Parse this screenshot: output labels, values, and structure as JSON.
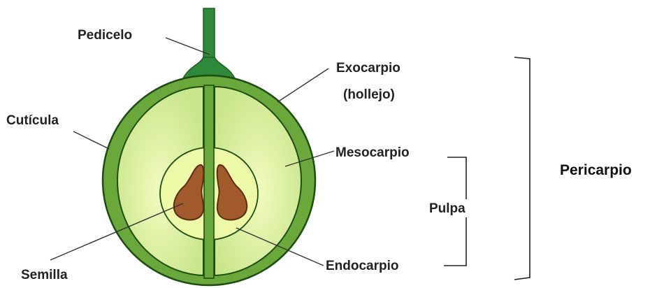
{
  "labels": {
    "pedicelo": "Pedicelo",
    "cuticula": "Cutícula",
    "semilla": "Semilla",
    "exocarpio": "Exocarpio",
    "hollejo": "(hollejo)",
    "mesocarpio": "Mesocarpio",
    "pulpa": "Pulpa",
    "endocarpio": "Endocarpio",
    "pericarpio": "Pericarpio"
  },
  "colors": {
    "skin": "#6aa83c",
    "skin_outline": "#1e4d12",
    "flesh_light": "#e4f5a6",
    "flesh_edge": "#c8e68a",
    "endocarp": "#eef9a8",
    "seed": "#a05a2c",
    "seed_outline": "#5a2e10",
    "stem": "#2e8a3a"
  }
}
